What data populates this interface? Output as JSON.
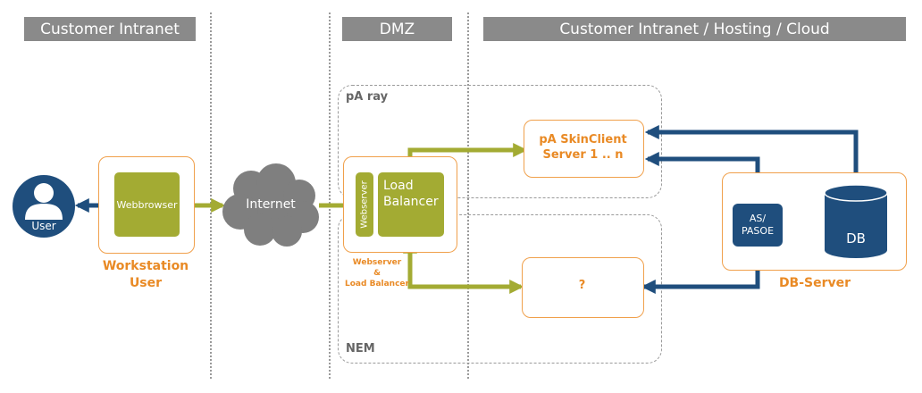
{
  "zones": {
    "left": "Customer Intranet",
    "middle": "DMZ",
    "right": "Customer Intranet / Hosting / Cloud"
  },
  "regions": {
    "top_label": "pA ray",
    "bottom_label": "NEM"
  },
  "nodes": {
    "user": "User",
    "webbrowser": "Webbrowser",
    "workstation_line1": "Workstation",
    "workstation_line2": "User",
    "internet": "Internet",
    "webserver": "Webserver",
    "load_balancer_line1": "Load",
    "load_balancer_line2": "Balancer",
    "ws_lb_caption_line1": "Webserver",
    "ws_lb_caption_line2": "&",
    "ws_lb_caption_line3": "Load Balancer",
    "skinclient_line1": "pA SkinClient",
    "skinclient_line2": "Server 1 .. n",
    "unknown": "?",
    "as_line1": "AS/",
    "as_line2": "PASOE",
    "db": "DB",
    "db_server": "DB-Server"
  },
  "colors": {
    "header_grey": "#8a8a8a",
    "orange": "#f0a04b",
    "orange_text": "#e98a25",
    "olive": "#a3ab33",
    "navy": "#1f4e7d",
    "cloud": "#7f7f7f"
  }
}
